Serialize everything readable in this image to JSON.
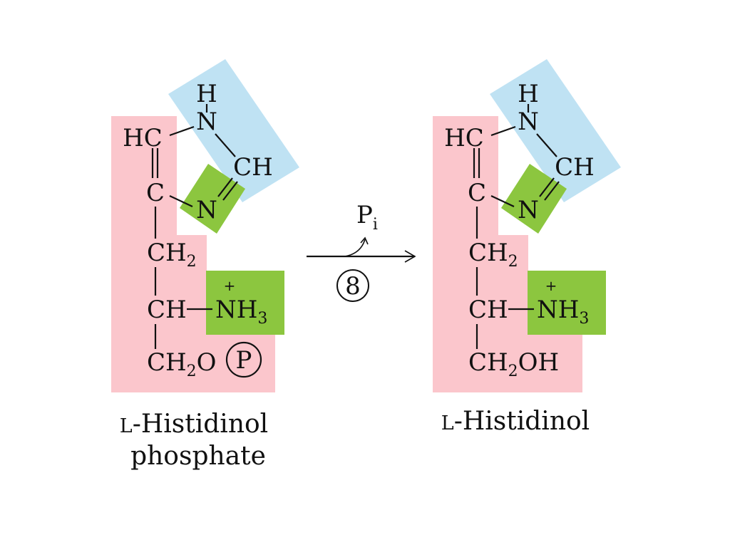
{
  "colors": {
    "backbone": "#fbc6cc",
    "imidazole_ring_top": "#bfe2f3",
    "ring_nitrogen_box": "#8cc63f",
    "amino_box": "#8cc63f",
    "ink": "#111111"
  },
  "left_molecule": {
    "atoms": {
      "h_top": "H",
      "n_top": "N",
      "hc": "HC",
      "ch_ring": "CH",
      "c_ring": "C",
      "n_ring": "N",
      "ch2": "CH",
      "ch2_sub": "2",
      "ch": "CH",
      "nh3": "NH",
      "nh3_sub": "3",
      "nh3_charge": "+",
      "ch2o": "CH",
      "ch2o_sub": "2",
      "ch2o_o": "O",
      "phosphate": "P"
    },
    "name_prefix": "L",
    "name_rest": "-Histidinol",
    "name_line2": "phosphate"
  },
  "reaction": {
    "byproduct": "P",
    "byproduct_sub": "i",
    "step_number": "8"
  },
  "right_molecule": {
    "atoms": {
      "h_top": "H",
      "n_top": "N",
      "hc": "HC",
      "ch_ring": "CH",
      "c_ring": "C",
      "n_ring": "N",
      "ch2": "CH",
      "ch2_sub": "2",
      "ch": "CH",
      "nh3": "NH",
      "nh3_sub": "3",
      "nh3_charge": "+",
      "ch2oh": "CH",
      "ch2oh_sub": "2",
      "ch2oh_oh": "OH"
    },
    "name_prefix": "L",
    "name_rest": "-Histidinol"
  }
}
